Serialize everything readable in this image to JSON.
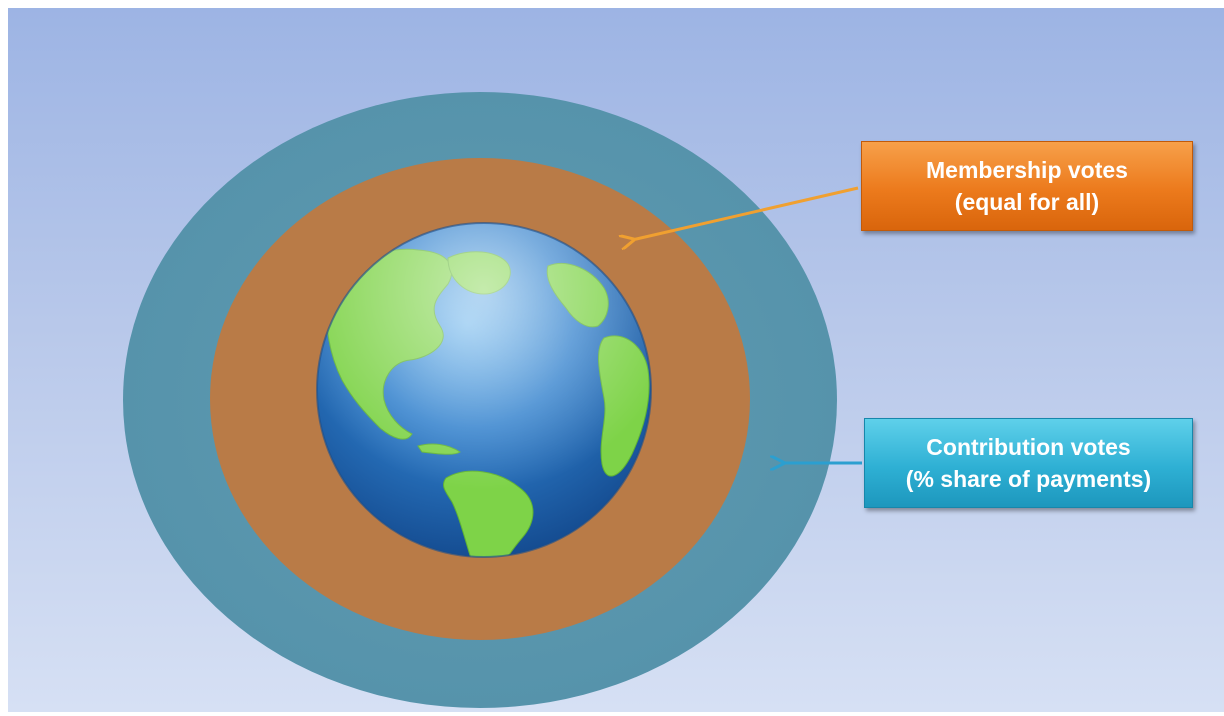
{
  "membership": {
    "line1": "Membership votes",
    "line2": "(equal for all)",
    "color": "#ec7a1c",
    "ring_color": "#b97b47"
  },
  "contribution": {
    "line1": "Contribution votes",
    "line2": "(% share of payments)",
    "color": "#2eb0d4",
    "ring_color": "#5b9ab0"
  },
  "icons": {
    "center": "globe-icon"
  }
}
